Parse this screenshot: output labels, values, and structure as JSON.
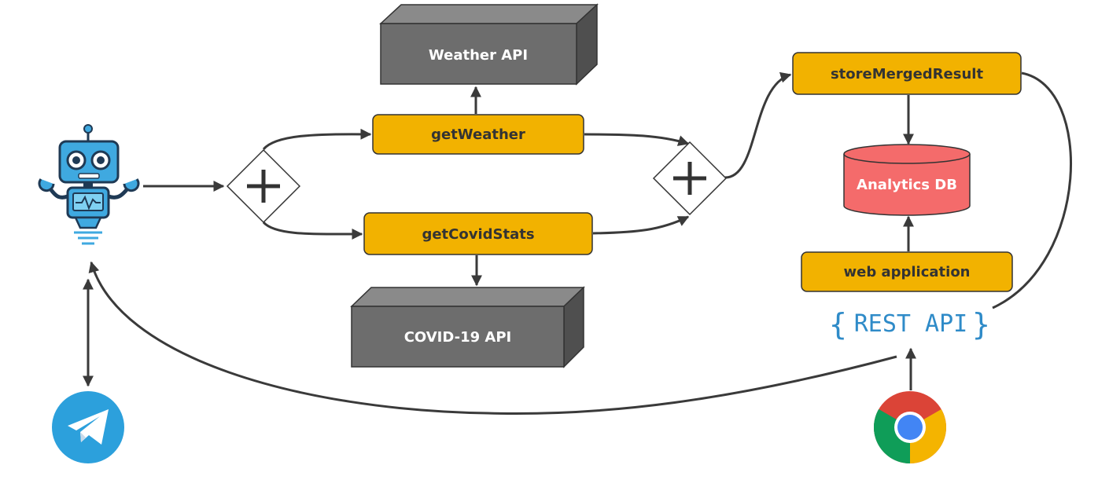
{
  "nodes": {
    "weather_api": "Weather API",
    "get_weather": "getWeather",
    "get_covid_stats": "getCovidStats",
    "covid_api": "COVID-19 API",
    "store_merged_result": "storeMergedResult",
    "analytics_db": "Analytics DB",
    "web_application": "web application",
    "rest_api": "REST API"
  },
  "icons": {
    "bot": "robot-icon",
    "telegram": "telegram-icon",
    "chrome": "chrome-icon",
    "gateway": "parallel-gateway-icon"
  },
  "colors": {
    "task_fill": "#f2b200",
    "external_api_fill": "#6d6d6d",
    "database_fill": "#f46b6b",
    "connector": "#3a3a3a",
    "rest_api_text": "#2f8bc8"
  }
}
